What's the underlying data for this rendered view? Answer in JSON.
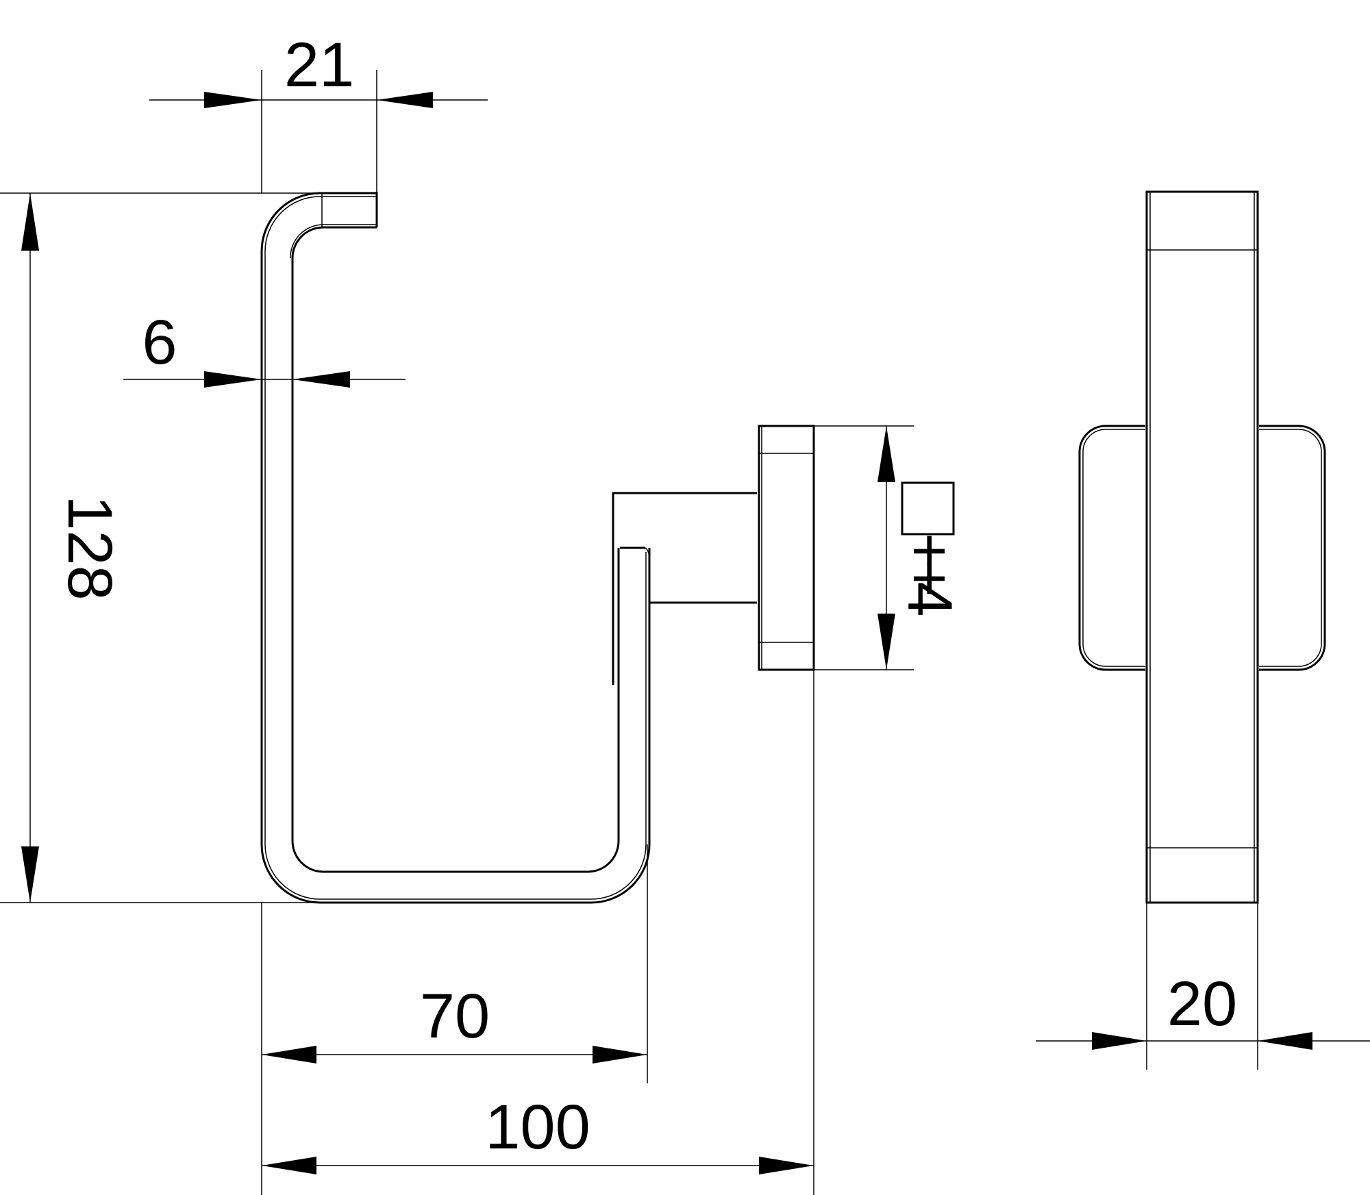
{
  "dimensions": {
    "top_width": "21",
    "wall_thickness": "6",
    "height": "128",
    "inner_width": "70",
    "total_width": "100",
    "square_spindle": "4",
    "side_depth": "20"
  },
  "colors": {
    "line": "#000000",
    "background": "#ffffff"
  }
}
